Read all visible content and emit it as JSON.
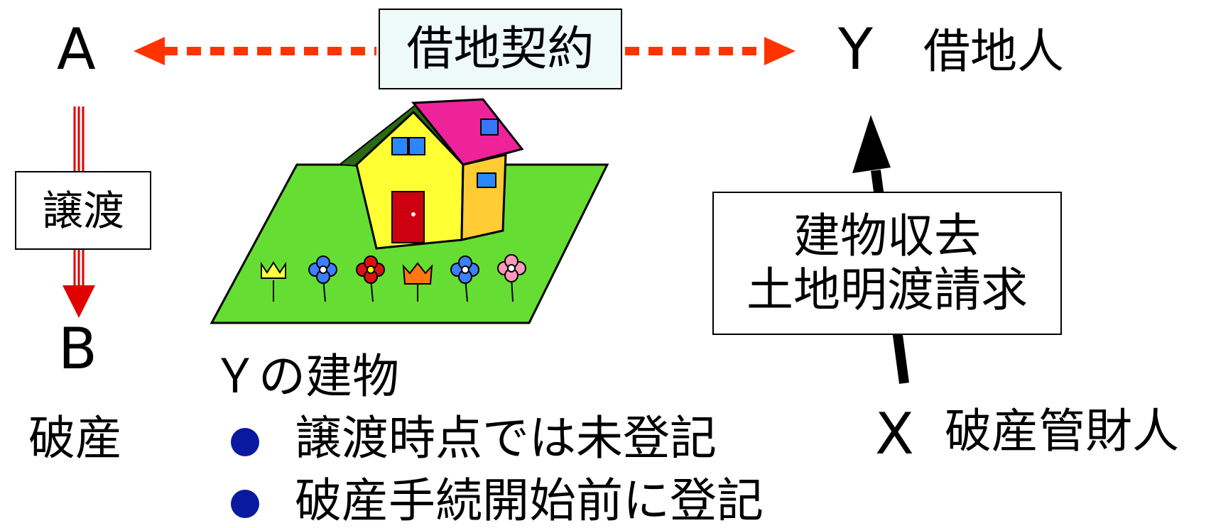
{
  "party_a": "A",
  "party_b": "B",
  "party_y": "Y",
  "party_y_role": "借地人",
  "party_x": "X",
  "party_x_role": "破産管財人",
  "lease_label": "借地契約",
  "transfer_label": "譲渡",
  "bankruptcy_label": "破産",
  "claim_label": {
    "line1": "建物収去",
    "line2": "土地明渡請求"
  },
  "building_title": "Ｙの建物",
  "bullets": [
    "譲渡時点では未登記",
    "破産手続開始前に登記"
  ],
  "colors": {
    "lease_arrow": "#ff3300",
    "transfer_arrow": "#e00000",
    "claim_arrow": "#000000",
    "bullet": "#0a1aa0",
    "lease_box_fill": "#eefaf8"
  },
  "icons": [
    "house-with-flowers-illustration"
  ]
}
